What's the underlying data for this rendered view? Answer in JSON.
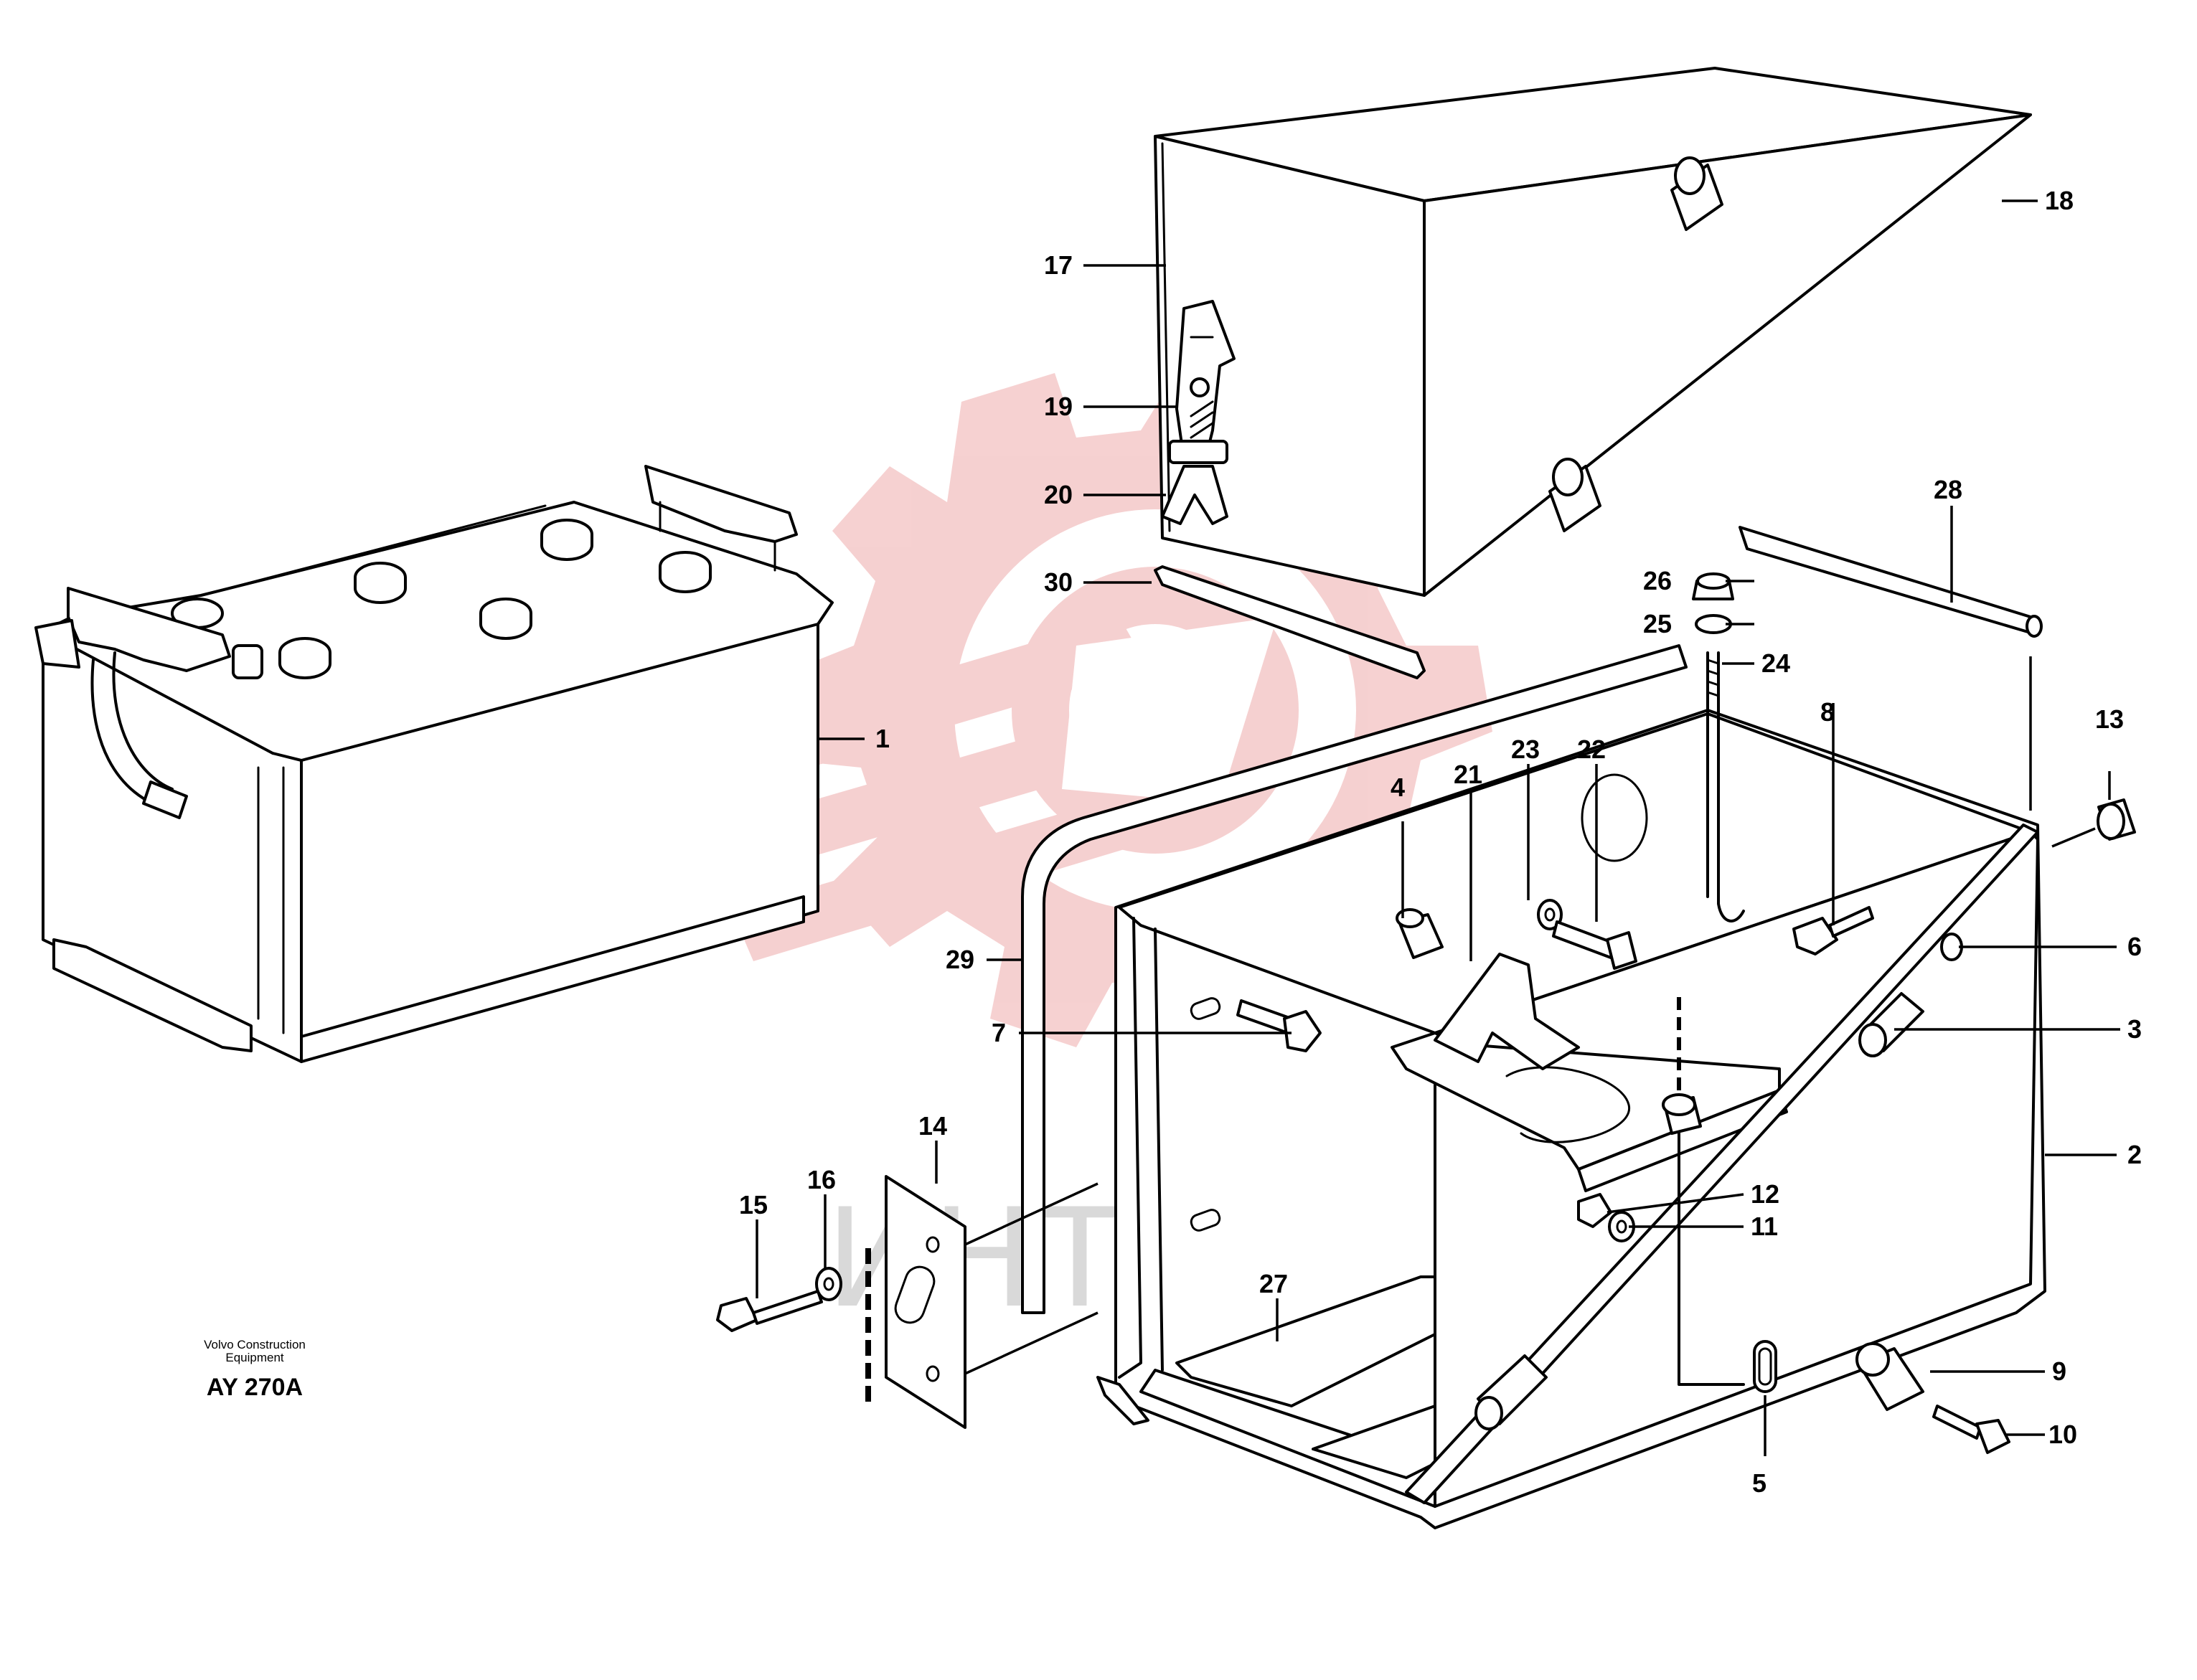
{
  "watermark": {
    "text": "ИНТЕХ",
    "logo_color": "#f5cccc",
    "text_color": "#d9d9d9"
  },
  "credit": {
    "line1": "Volvo Construction",
    "line2": "Equipment",
    "code": "AY 270A"
  },
  "callouts": [
    {
      "id": "1",
      "label": "1"
    },
    {
      "id": "2",
      "label": "2"
    },
    {
      "id": "3",
      "label": "3"
    },
    {
      "id": "4",
      "label": "4"
    },
    {
      "id": "5",
      "label": "5"
    },
    {
      "id": "6",
      "label": "6"
    },
    {
      "id": "7",
      "label": "7"
    },
    {
      "id": "8",
      "label": "8"
    },
    {
      "id": "9",
      "label": "9"
    },
    {
      "id": "10",
      "label": "10"
    },
    {
      "id": "11",
      "label": "11"
    },
    {
      "id": "12",
      "label": "12"
    },
    {
      "id": "13",
      "label": "13"
    },
    {
      "id": "14",
      "label": "14"
    },
    {
      "id": "15",
      "label": "15"
    },
    {
      "id": "16",
      "label": "16"
    },
    {
      "id": "17",
      "label": "17"
    },
    {
      "id": "18",
      "label": "18"
    },
    {
      "id": "19",
      "label": "19"
    },
    {
      "id": "20",
      "label": "20"
    },
    {
      "id": "21",
      "label": "21"
    },
    {
      "id": "22",
      "label": "22"
    },
    {
      "id": "23",
      "label": "23"
    },
    {
      "id": "24",
      "label": "24"
    },
    {
      "id": "25",
      "label": "25"
    },
    {
      "id": "26",
      "label": "26"
    },
    {
      "id": "27",
      "label": "27"
    },
    {
      "id": "28",
      "label": "28"
    },
    {
      "id": "29",
      "label": "29"
    },
    {
      "id": "30",
      "label": "30"
    }
  ]
}
